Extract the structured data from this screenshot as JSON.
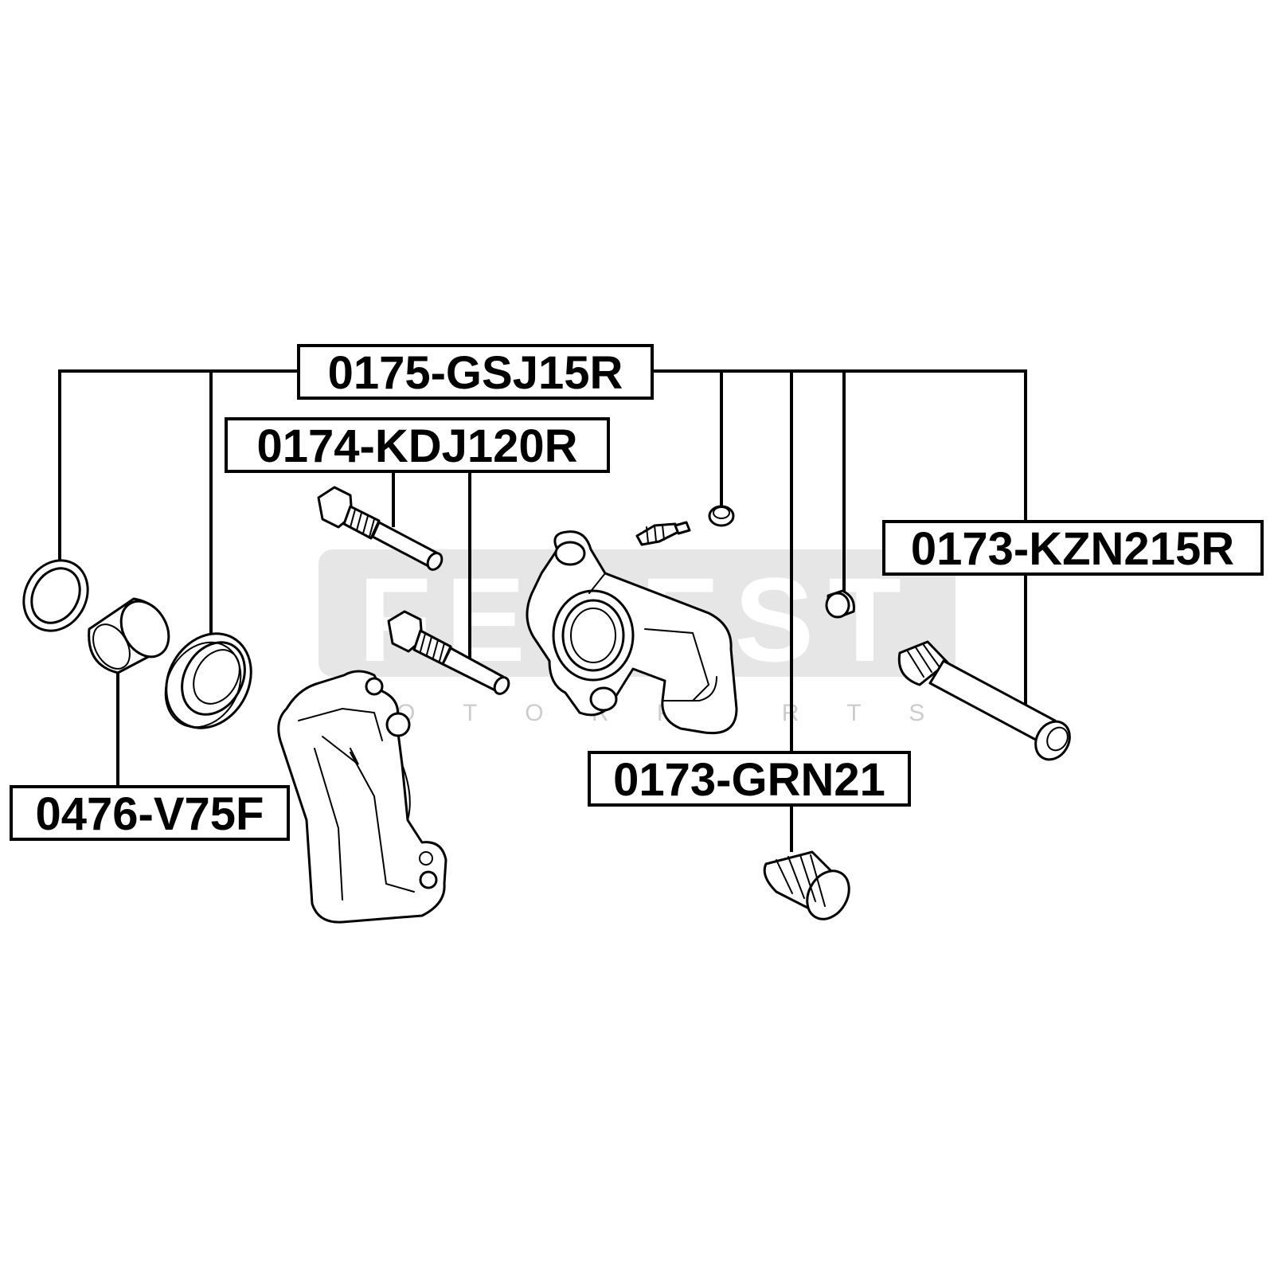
{
  "watermark": {
    "brand": "FEBEST",
    "subtitle": "M O T O R P A R T S"
  },
  "labels": {
    "kit_main": "0175-GSJ15R",
    "guide_bolt": "0174-KDJ120R",
    "guide_pin": "0173-KZN215R",
    "boot": "0173-GRN21",
    "piston": "0476-V75F"
  },
  "colors": {
    "line": "#000000",
    "background": "#ffffff",
    "watermark": "#e6e6e6"
  }
}
